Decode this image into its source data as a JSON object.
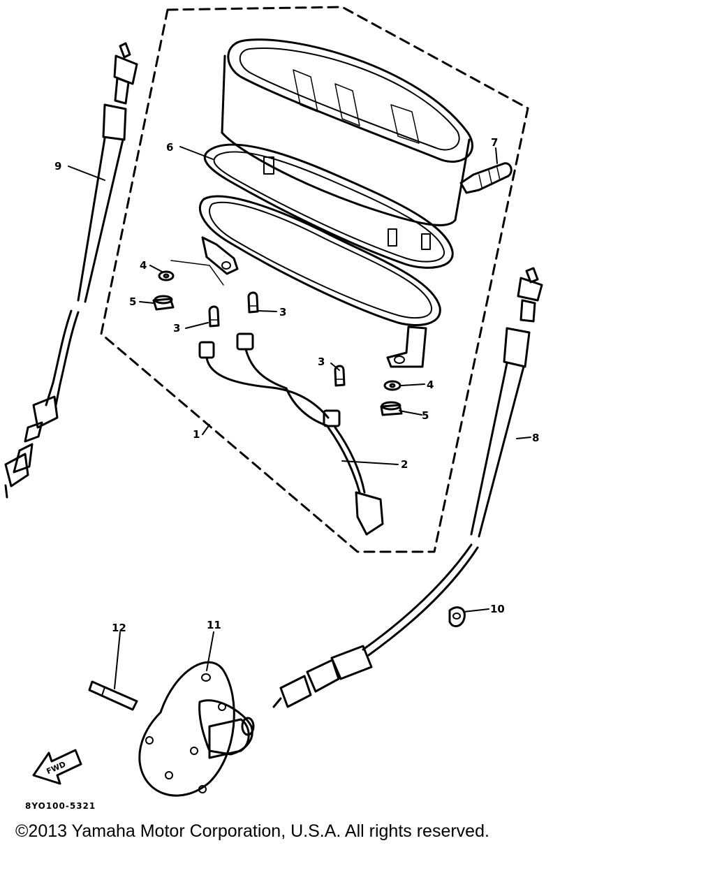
{
  "callouts": {
    "c1": "1",
    "c2": "2",
    "c3a": "3",
    "c3b": "3",
    "c3c": "3",
    "c4a": "4",
    "c4b": "4",
    "c5a": "5",
    "c5b": "5",
    "c6": "6",
    "c7": "7",
    "c8": "8",
    "c9": "9",
    "c10": "10",
    "c11": "11",
    "c12": "12"
  },
  "fwd_label": "FWD",
  "reference_code": "8YO100-5321",
  "copyright": "©2013 Yamaha Motor Corporation, U.S.A. All rights reserved."
}
